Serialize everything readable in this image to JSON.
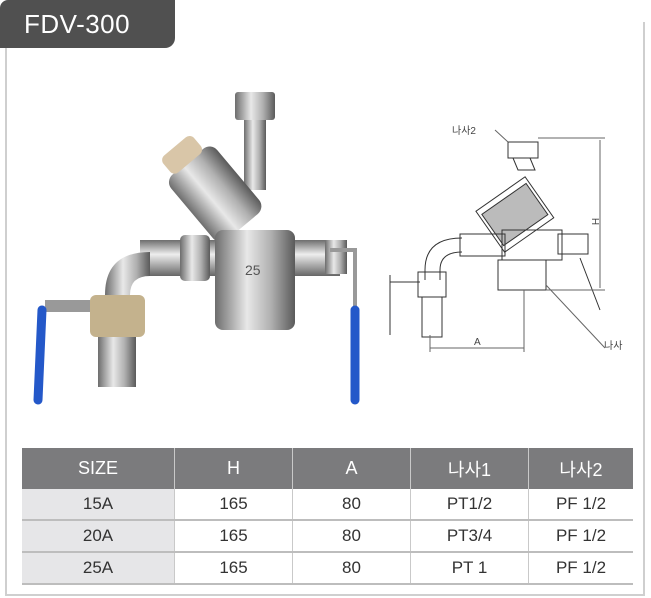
{
  "title": "FDV-300",
  "drawing": {
    "label_thread2": "나사2",
    "label_thread": "나사",
    "dim_h": "H",
    "dim_a": "A"
  },
  "table": {
    "headers": [
      "SIZE",
      "H",
      "A",
      "나사1",
      "나사2"
    ],
    "rows": [
      [
        "15A",
        "165",
        "80",
        "PT1/2",
        "PF 1/2"
      ],
      [
        "20A",
        "165",
        "80",
        "PT3/4",
        "PF 1/2"
      ],
      [
        "25A",
        "165",
        "80",
        "PT 1",
        "PF 1/2"
      ]
    ]
  },
  "photo": {
    "body_marking": "25"
  }
}
